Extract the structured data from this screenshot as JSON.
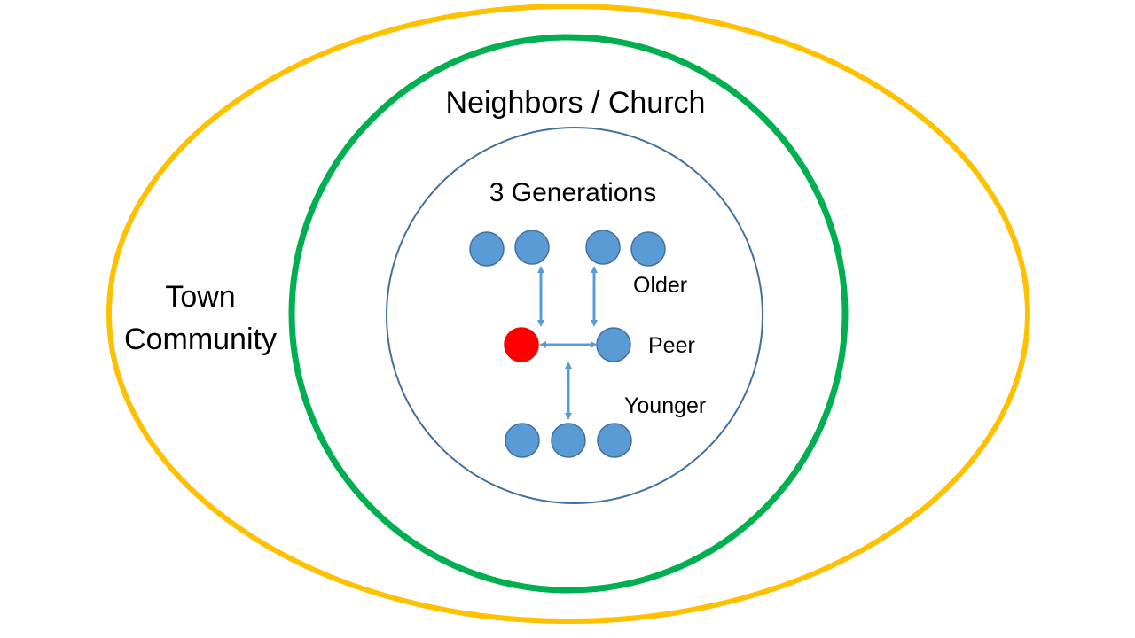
{
  "diagram": {
    "outer_ring": {
      "line1": "Town",
      "line2": "Community",
      "color": "#FFC000"
    },
    "middle_ring": {
      "label": "Neighbors / Church",
      "color": "#00B050"
    },
    "inner_ring": {
      "label": "3 Generations",
      "color": "#41719C"
    },
    "tiers": {
      "older": "Older",
      "peer": "Peer",
      "younger": "Younger"
    },
    "colors": {
      "person_node": "#5B9BD5",
      "person_node_border": "#41719C",
      "self_node": "#FF0000",
      "arrow": "#5B9BD5"
    }
  }
}
